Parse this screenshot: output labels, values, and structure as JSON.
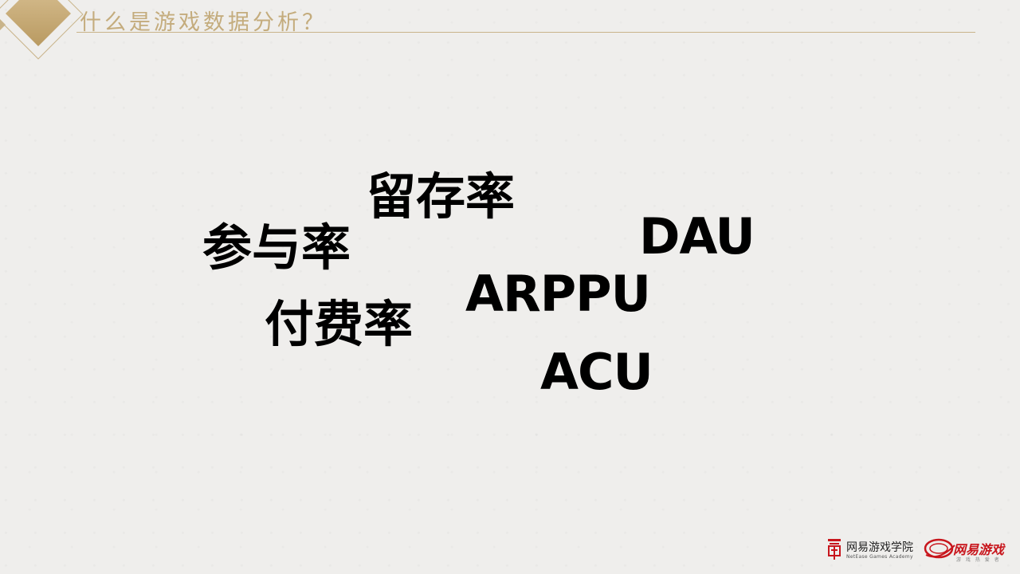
{
  "header": {
    "title": "什么是游戏数据分析？"
  },
  "keywords": {
    "retention": "留存率",
    "participation": "参与率",
    "dau": "DAU",
    "arppu": "ARPPU",
    "payment_rate": "付费率",
    "acu": "ACU"
  },
  "footer": {
    "academy_name": "网易游戏学院",
    "academy_en": "NetEase Games Academy",
    "games_name": "网易游戏",
    "games_sub": "游 戏 热 爱 者"
  },
  "colors": {
    "background": "#efeeec",
    "accent_gold": "#c4ac7d",
    "keyword_text": "#000000",
    "brand_red": "#c8161d"
  },
  "icons": [
    "academy-logo-icon",
    "netease-games-logo-icon",
    "gold-diamond-decoration"
  ]
}
